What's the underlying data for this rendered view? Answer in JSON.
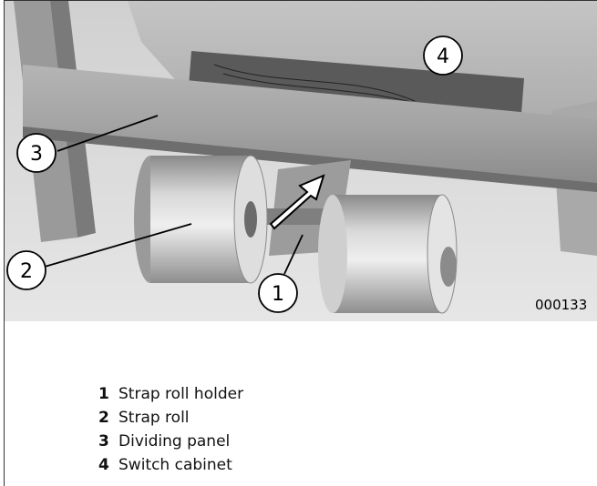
{
  "figure": {
    "callouts": [
      {
        "number": "1"
      },
      {
        "number": "2"
      },
      {
        "number": "3"
      },
      {
        "number": "4"
      }
    ],
    "reference_code": "000133"
  },
  "legend": [
    {
      "number": "1",
      "label": "Strap roll holder"
    },
    {
      "number": "2",
      "label": "Strap roll"
    },
    {
      "number": "3",
      "label": "Dividing panel"
    },
    {
      "number": "4",
      "label": "Switch cabinet"
    }
  ]
}
